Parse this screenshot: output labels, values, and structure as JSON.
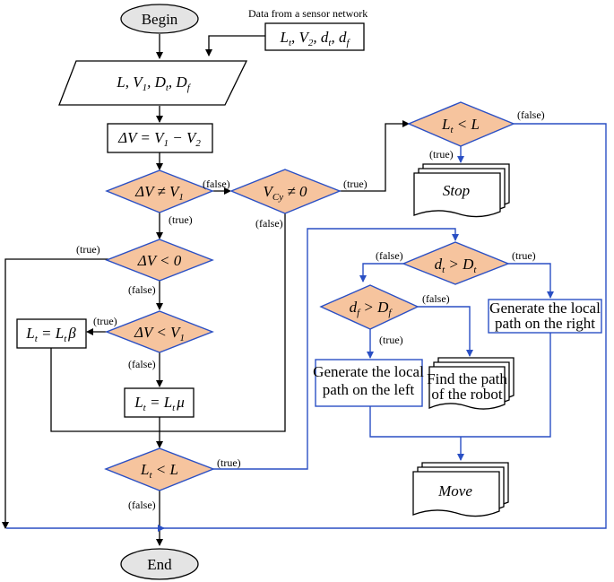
{
  "colors": {
    "decision_fill": "#f6c49e",
    "blue_line": "#2a4fc4",
    "black_line": "#000000",
    "terminal_fill": "#e4e4e4"
  },
  "terminals": {
    "begin": "Begin",
    "end": "End"
  },
  "sensor_label": "Data from a sensor network",
  "sensor_box": [
    "L",
    "t",
    ", V",
    "2",
    ", d",
    "t",
    ", d",
    "f"
  ],
  "input_params": [
    "L, V",
    "1",
    ", D",
    "t",
    ", D",
    "f"
  ],
  "process_dv": [
    "ΔV = V",
    "1",
    " − V",
    "2"
  ],
  "decisions": {
    "dv_neq_v1": [
      "ΔV ≠ V",
      "1"
    ],
    "vcy_neq_0": [
      "V",
      "Cy",
      " ≠ 0"
    ],
    "dv_lt_0": "ΔV < 0",
    "dv_lt_v1": [
      "ΔV < V",
      "1"
    ],
    "lt_lt_l_bottom": [
      "L",
      "t",
      " < L"
    ],
    "lt_lt_l_top": [
      "L",
      "t",
      " < L"
    ],
    "dt_gt_Dt": [
      "d",
      "t",
      " > D",
      "t"
    ],
    "df_gt_Df": [
      "d",
      "f",
      " > D",
      "f"
    ]
  },
  "assignments": {
    "beta": [
      "L",
      "t",
      " = L",
      "t",
      "β"
    ],
    "mu": [
      "L",
      "t",
      " = L",
      "t",
      "μ"
    ]
  },
  "actions": {
    "right": [
      "Generate the local",
      "path on the right"
    ],
    "left": [
      "Generate the local",
      "path on the left"
    ],
    "find": [
      "Find the path",
      "of the robot"
    ],
    "stop": "Stop",
    "move": "Move"
  },
  "edge_labels": {
    "true": "(true)",
    "false": "(false)"
  }
}
